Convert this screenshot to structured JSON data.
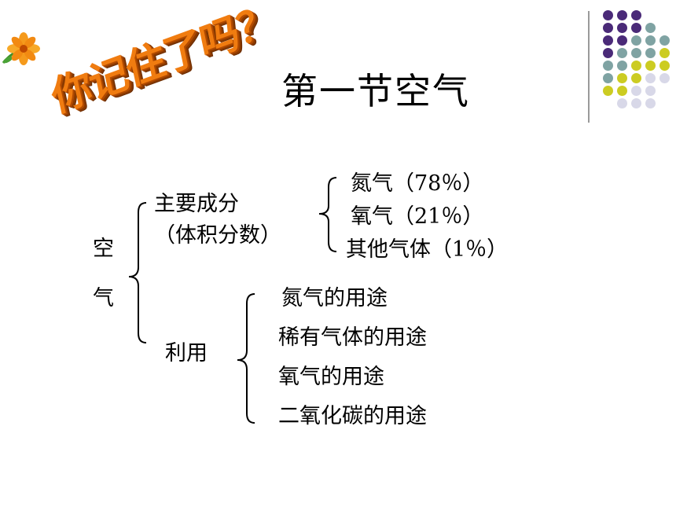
{
  "slide": {
    "title": "第一节空气",
    "wordart": "你记住了吗？",
    "root_char_1": "空",
    "root_char_2": "气",
    "branch1_line1": "主要成分",
    "branch1_line2": "（体积分数）",
    "components": [
      "氮气（78％）",
      "氧气（21％）",
      "其他气体（1％）"
    ],
    "branch2_label": "利用",
    "uses": [
      "氮气的用途",
      "稀有气体的用途",
      "氧气的用途",
      "二氧化碳的用途"
    ]
  },
  "colors": {
    "purple": "#4a2a78",
    "teal": "#7fa3a3",
    "yellow": "#cccc22",
    "lavender": "#d8d8e8",
    "wordart_orange": "#f07c10"
  },
  "icons": [
    "flower-icon"
  ]
}
